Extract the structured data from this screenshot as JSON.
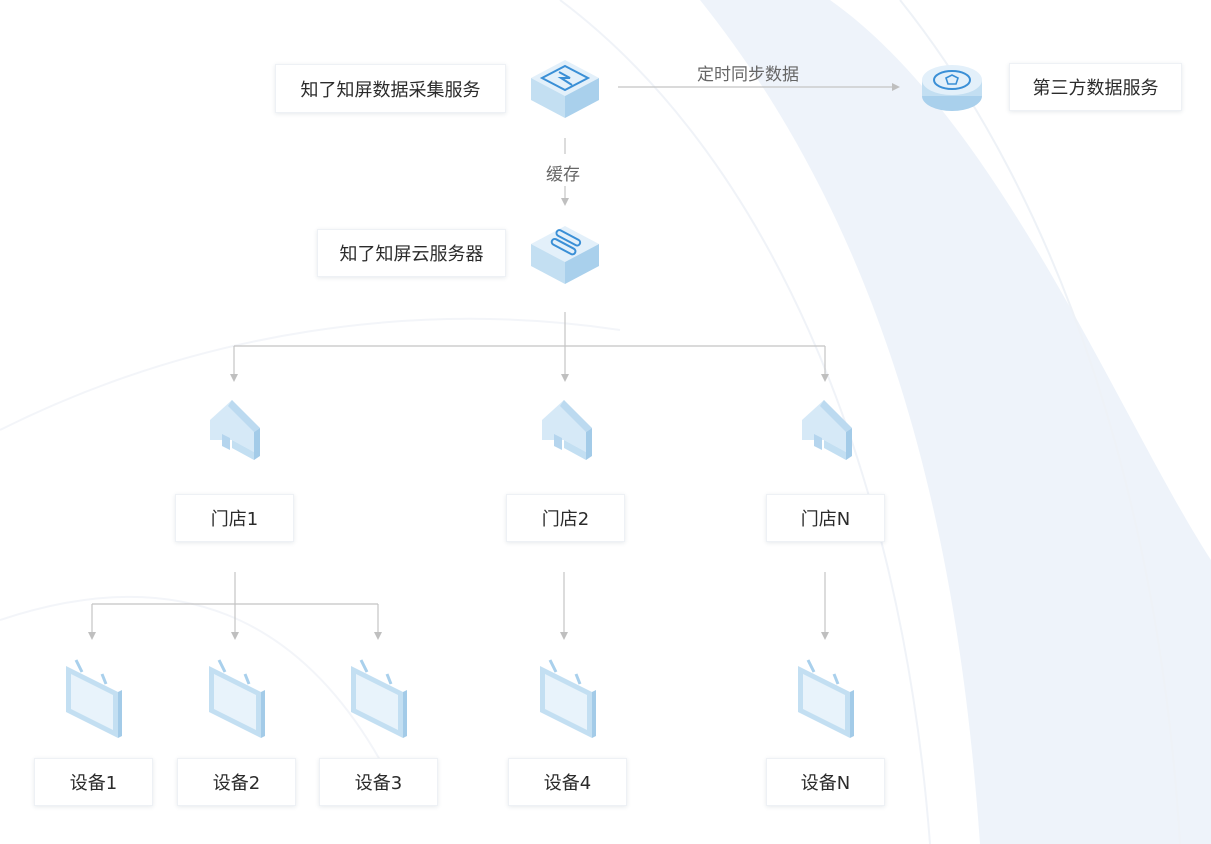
{
  "nodes": {
    "collector": "知了知屏数据采集服务",
    "third_party": "第三方数据服务",
    "cloud_server": "知了知屏云服务器",
    "store1": "门店1",
    "store2": "门店2",
    "storeN": "门店N",
    "device1": "设备1",
    "device2": "设备2",
    "device3": "设备3",
    "device4": "设备4",
    "deviceN": "设备N"
  },
  "edges": {
    "sync": "定时同步数据",
    "cache": "缓存"
  },
  "colors": {
    "icon_light": "#dcecf8",
    "icon_mid": "#bfdcf0",
    "icon_dark": "#9fc8e6",
    "icon_accent": "#3a8fd6",
    "connector": "#bfbfbf",
    "background_arc": "#eef3fa"
  }
}
